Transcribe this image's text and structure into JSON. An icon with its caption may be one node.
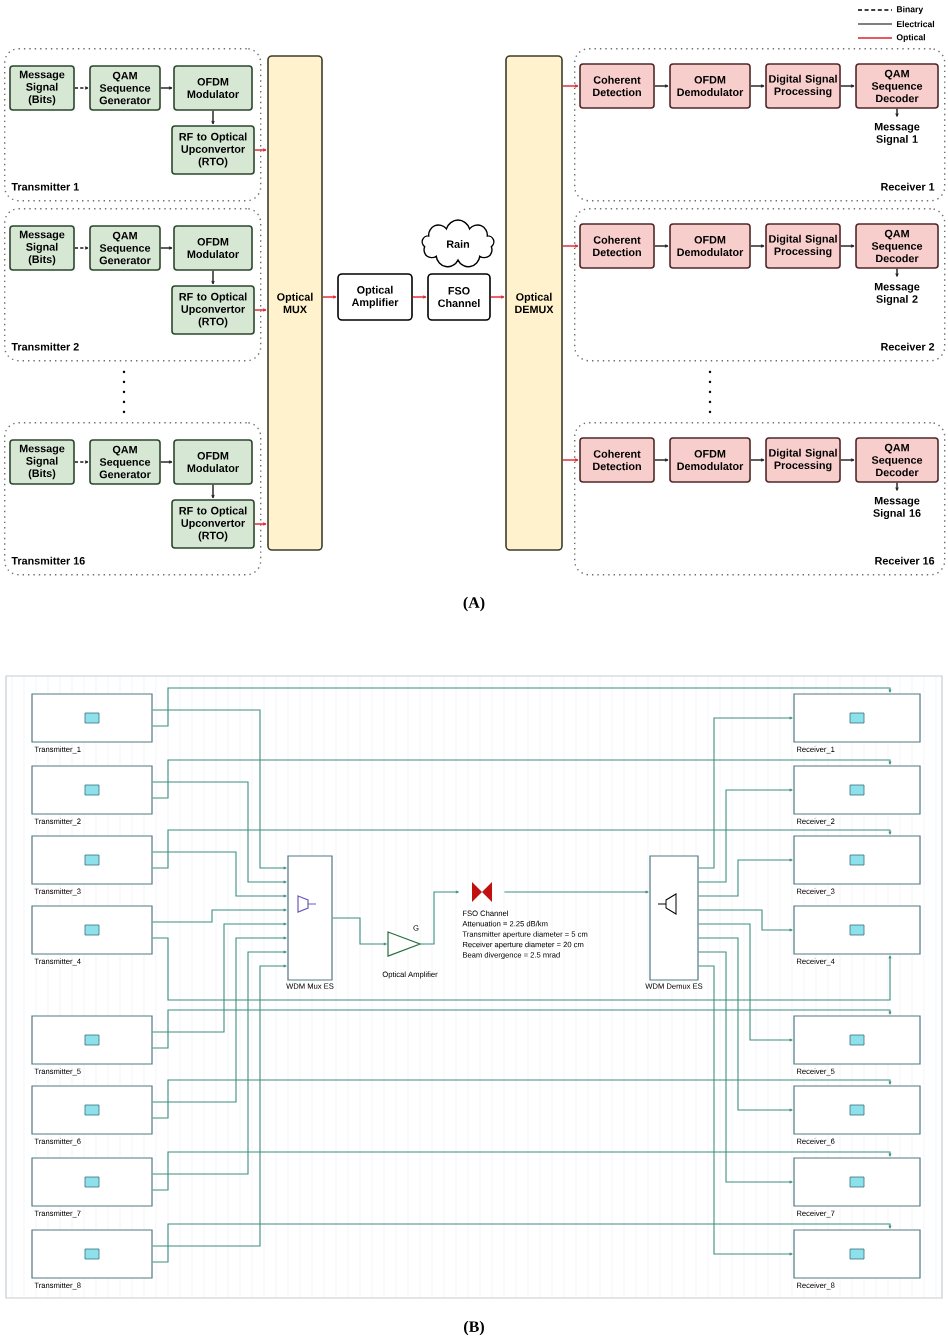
{
  "diagram": {
    "nodes": [
      {
        "text": [
          "Transmitter 1"
        ]
      },
      {
        "text": [
          "Message Signal (Bits)"
        ],
        "in": 0
      },
      {
        "text": [
          "QAM Sequence Generator"
        ],
        "in": 0
      },
      {
        "text": [
          "OFDM Modulator"
        ],
        "in": 0
      },
      {
        "text": [
          "RF to Optical Upconvertor (RTO)"
        ],
        "in": 0
      },
      {
        "text": [
          "Transmitter 2"
        ]
      },
      {
        "text": [
          "Message Signal (Bits)"
        ],
        "in": 5
      },
      {
        "text": [
          "QAM Sequence Generator"
        ],
        "in": 5
      },
      {
        "text": [
          "OFDM Modulator"
        ],
        "in": 5
      },
      {
        "text": [
          "RF to Optical Upconvertor (RTO)"
        ],
        "in": 5
      },
      {
        "text": [
          "Transmitter 16"
        ]
      },
      {
        "text": [
          "Message Signal (Bits)"
        ],
        "in": 10
      },
      {
        "text": [
          "QAM Sequence Generator"
        ],
        "in": 10
      },
      {
        "text": [
          "OFDM Modulator"
        ],
        "in": 10
      },
      {
        "text": [
          "RF to Optical Upconvertor (RTO)"
        ],
        "in": 10
      },
      {
        "text": [
          "Optical MUX"
        ]
      },
      {
        "text": [
          "Rain"
        ]
      },
      {
        "text": [
          "Optical Amplifier"
        ]
      },
      {
        "text": [
          "FSO Channel"
        ]
      },
      {
        "text": [
          "Optical DEMUX"
        ]
      },
      {
        "text": [
          "Receiver 1"
        ]
      },
      {
        "text": [
          "Coherent Detection"
        ],
        "in": 20
      },
      {
        "text": [
          "OFDM Demodulator"
        ],
        "in": 20
      },
      {
        "text": [
          "Digital Signal Processing"
        ],
        "in": 20
      },
      {
        "text": [
          "QAM Sequence Decoder"
        ],
        "in": 20
      },
      {
        "text": [
          "Message Signal 1"
        ],
        "in": 20
      },
      {
        "text": [
          "Receiver 2"
        ]
      },
      {
        "text": [
          "Coherent Detection"
        ],
        "in": 26
      },
      {
        "text": [
          "OFDM Demodulator"
        ],
        "in": 26
      },
      {
        "text": [
          "Digital Signal Processing"
        ],
        "in": 26
      },
      {
        "text": [
          "QAM Sequence Decoder"
        ],
        "in": 26
      },
      {
        "text": [
          "Message Signal 2"
        ],
        "in": 26
      },
      {
        "text": [
          "Receiver 16"
        ]
      },
      {
        "text": [
          "Coherent Detection"
        ],
        "in": 32
      },
      {
        "text": [
          "OFDM Demodulator"
        ],
        "in": 32
      },
      {
        "text": [
          "Digital Signal Processing"
        ],
        "in": 32
      },
      {
        "text": [
          "QAM Sequence Decoder"
        ],
        "in": 32
      },
      {
        "text": [
          "Message Signal 16"
        ],
        "in": 32
      },
      {
        "text": [],
        "shape": "box",
        "beside": [
          "Transmitter_1"
        ]
      },
      {
        "text": [],
        "shape": "box",
        "beside": [
          "Transmitter_2"
        ]
      },
      {
        "text": [],
        "shape": "box",
        "beside": [
          "Transmitter_3"
        ]
      },
      {
        "text": [],
        "shape": "box",
        "beside": [
          "Transmitter_4"
        ]
      },
      {
        "text": [],
        "shape": "box",
        "beside": [
          "Transmitter_5"
        ]
      },
      {
        "text": [],
        "shape": "box",
        "beside": [
          "Transmitter_6"
        ]
      },
      {
        "text": [],
        "shape": "box",
        "beside": [
          "Transmitter_7"
        ]
      },
      {
        "text": [],
        "shape": "box",
        "beside": [
          "Transmitter_8"
        ]
      },
      {
        "text": [],
        "shape": "box",
        "beside": [
          "Receiver_1"
        ]
      },
      {
        "text": [],
        "shape": "box",
        "beside": [
          "Receiver_2"
        ]
      },
      {
        "text": [],
        "shape": "box",
        "beside": [
          "Receiver_3"
        ]
      },
      {
        "text": [],
        "shape": "box",
        "beside": [
          "Receiver_4"
        ]
      },
      {
        "text": [],
        "shape": "box",
        "beside": [
          "Receiver_5"
        ]
      },
      {
        "text": [],
        "shape": "box",
        "beside": [
          "Receiver_6"
        ]
      },
      {
        "text": [],
        "shape": "box",
        "beside": [
          "Receiver_7"
        ]
      },
      {
        "text": [],
        "shape": "box",
        "beside": [
          "Receiver_8"
        ]
      },
      {
        "text": [],
        "shape": "box",
        "beside": [
          "WDM Mux ES"
        ]
      },
      {
        "text": [],
        "shape": "triangle",
        "beside": [
          "G",
          "Optical Amplifier"
        ]
      },
      {
        "text": [],
        "shape": "bowtie",
        "beside": [
          "FSO Channel",
          "Attenuation = 2.25 dB/km",
          "Transmitter aperture diameter = 5 cm",
          "Receiver aperture diameter = 20 cm",
          "Beam divergence = 2.5 mrad"
        ]
      },
      {
        "text": [],
        "shape": "box",
        "beside": [
          "WDM Demux ES"
        ]
      }
    ],
    "edges": [
      {
        "from": 1,
        "to": 2,
        "arrow": "to",
        "style": "dashed",
        "color": "#1a1a1a"
      },
      {
        "from": 2,
        "to": 3,
        "arrow": "to",
        "color": "#1a1a1a"
      },
      {
        "from": 3,
        "to": 4,
        "arrow": "to",
        "color": "#1a1a1a"
      },
      {
        "from": 4,
        "to": 15,
        "arrow": "to",
        "color": "#e0202a"
      },
      {
        "from": 6,
        "to": 7,
        "arrow": "to",
        "style": "dashed",
        "color": "#1a1a1a"
      },
      {
        "from": 7,
        "to": 8,
        "arrow": "to",
        "color": "#1a1a1a"
      },
      {
        "from": 8,
        "to": 9,
        "arrow": "to",
        "color": "#1a1a1a"
      },
      {
        "from": 9,
        "to": 15,
        "arrow": "to",
        "color": "#e0202a"
      },
      {
        "from": 11,
        "to": 12,
        "arrow": "to",
        "style": "dashed",
        "color": "#1a1a1a"
      },
      {
        "from": 12,
        "to": 13,
        "arrow": "to",
        "color": "#1a1a1a"
      },
      {
        "from": 13,
        "to": 14,
        "arrow": "to",
        "color": "#1a1a1a"
      },
      {
        "from": 14,
        "to": 15,
        "arrow": "to",
        "color": "#e0202a"
      },
      {
        "from": 15,
        "to": 17,
        "arrow": "to",
        "color": "#e0202a"
      },
      {
        "from": 17,
        "to": 18,
        "arrow": "to",
        "color": "#e0202a"
      },
      {
        "from": 18,
        "to": 19,
        "arrow": "to",
        "color": "#e0202a"
      },
      {
        "from": 19,
        "to": 21,
        "arrow": "to",
        "color": "#e0202a"
      },
      {
        "from": 21,
        "to": 22,
        "arrow": "to",
        "color": "#1a1a1a"
      },
      {
        "from": 22,
        "to": 23,
        "arrow": "to",
        "color": "#1a1a1a"
      },
      {
        "from": 23,
        "to": 24,
        "arrow": "to",
        "color": "#1a1a1a"
      },
      {
        "from": 24,
        "to": 25,
        "arrow": "to",
        "color": "#1a1a1a"
      },
      {
        "from": 19,
        "to": 27,
        "arrow": "to",
        "color": "#e0202a"
      },
      {
        "from": 27,
        "to": 28,
        "arrow": "to",
        "color": "#1a1a1a"
      },
      {
        "from": 28,
        "to": 29,
        "arrow": "to",
        "color": "#1a1a1a"
      },
      {
        "from": 29,
        "to": 30,
        "arrow": "to",
        "color": "#1a1a1a"
      },
      {
        "from": 30,
        "to": 31,
        "arrow": "to",
        "color": "#1a1a1a"
      },
      {
        "from": 19,
        "to": 33,
        "arrow": "to",
        "color": "#e0202a"
      },
      {
        "from": 33,
        "to": 34,
        "arrow": "to",
        "color": "#1a1a1a"
      },
      {
        "from": 34,
        "to": 35,
        "arrow": "to",
        "color": "#1a1a1a"
      },
      {
        "from": 35,
        "to": 36,
        "arrow": "to",
        "color": "#1a1a1a"
      },
      {
        "from": 36,
        "to": 37,
        "arrow": "to",
        "color": "#1a1a1a"
      },
      {
        "from": 38,
        "to": 54,
        "arrow": "to"
      },
      {
        "from": 38,
        "to": 46,
        "arrow": "to"
      },
      {
        "from": 39,
        "to": 54,
        "arrow": "to"
      },
      {
        "from": 39,
        "to": 47,
        "arrow": "to"
      },
      {
        "from": 40,
        "to": 54,
        "arrow": "to"
      },
      {
        "from": 40,
        "to": 48,
        "arrow": "to"
      },
      {
        "from": 41,
        "to": 54,
        "arrow": "to"
      },
      {
        "from": 41,
        "to": 49,
        "arrow": "to"
      },
      {
        "from": 42,
        "to": 54,
        "arrow": "to"
      },
      {
        "from": 42,
        "to": 50,
        "arrow": "to"
      },
      {
        "from": 43,
        "to": 54,
        "arrow": "to"
      },
      {
        "from": 43,
        "to": 51,
        "arrow": "to"
      },
      {
        "from": 44,
        "to": 54,
        "arrow": "to"
      },
      {
        "from": 44,
        "to": 52,
        "arrow": "to"
      },
      {
        "from": 45,
        "to": 54,
        "arrow": "to"
      },
      {
        "from": 45,
        "to": 53,
        "arrow": "to"
      },
      {
        "from": 54,
        "to": 55,
        "arrow": "to"
      },
      {
        "from": 55,
        "to": 56,
        "arrow": "to"
      },
      {
        "from": 56,
        "to": 57,
        "arrow": "to"
      },
      {
        "from": 57,
        "to": 46,
        "arrow": "to"
      },
      {
        "from": 57,
        "to": 47,
        "arrow": "to"
      },
      {
        "from": 57,
        "to": 48,
        "arrow": "to"
      },
      {
        "from": 57,
        "to": 49,
        "arrow": "to"
      },
      {
        "from": 57,
        "to": 50,
        "arrow": "to"
      },
      {
        "from": 57,
        "to": 51,
        "arrow": "to"
      },
      {
        "from": 57,
        "to": 52,
        "arrow": "to"
      },
      {
        "from": 57,
        "to": 53,
        "arrow": "to"
      }
    ],
    "labels": [
      "(A)",
      "(B)"
    ],
    "legend": [
      {
        "text": "Binary"
      },
      {
        "text": "Electrical"
      },
      {
        "text": "Optical"
      }
    ]
  }
}
